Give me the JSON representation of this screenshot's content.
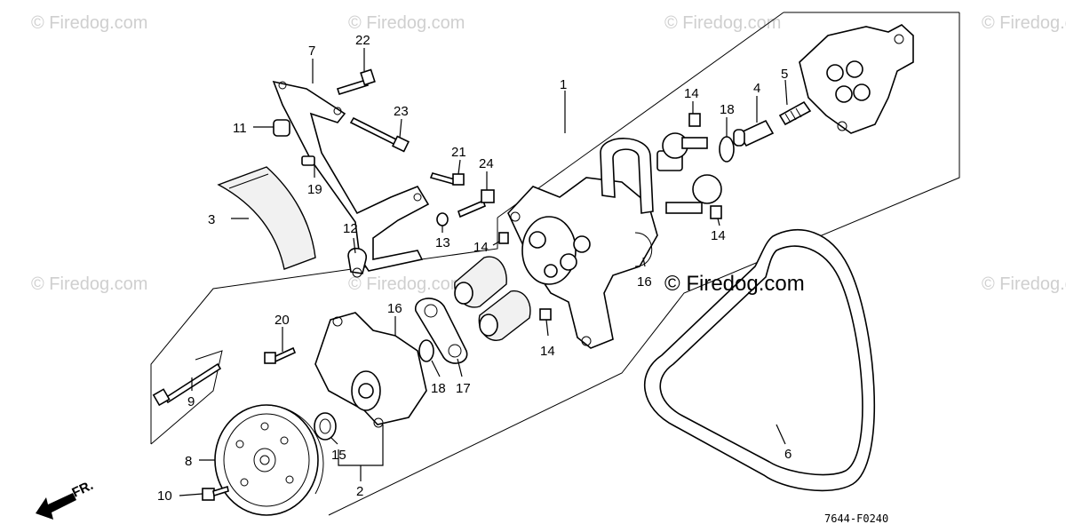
{
  "watermark": "© Firedog.com",
  "brand_overlay": "© Firedog.com",
  "diagram_code": "7644-F0240",
  "direction_label": "FR.",
  "callouts": {
    "c1": "1",
    "c2": "2",
    "c3": "3",
    "c4": "4",
    "c5": "5",
    "c6": "6",
    "c7": "7",
    "c8": "8",
    "c9": "9",
    "c10": "10",
    "c11": "11",
    "c12": "12",
    "c13": "13",
    "c14a": "14",
    "c14b": "14",
    "c14c": "14",
    "c14d": "14",
    "c15": "15",
    "c16a": "16",
    "c16b": "16",
    "c17": "17",
    "c18a": "18",
    "c18b": "18",
    "c19": "19",
    "c20": "20",
    "c21": "21",
    "c22": "22",
    "c23": "23",
    "c24": "24"
  }
}
